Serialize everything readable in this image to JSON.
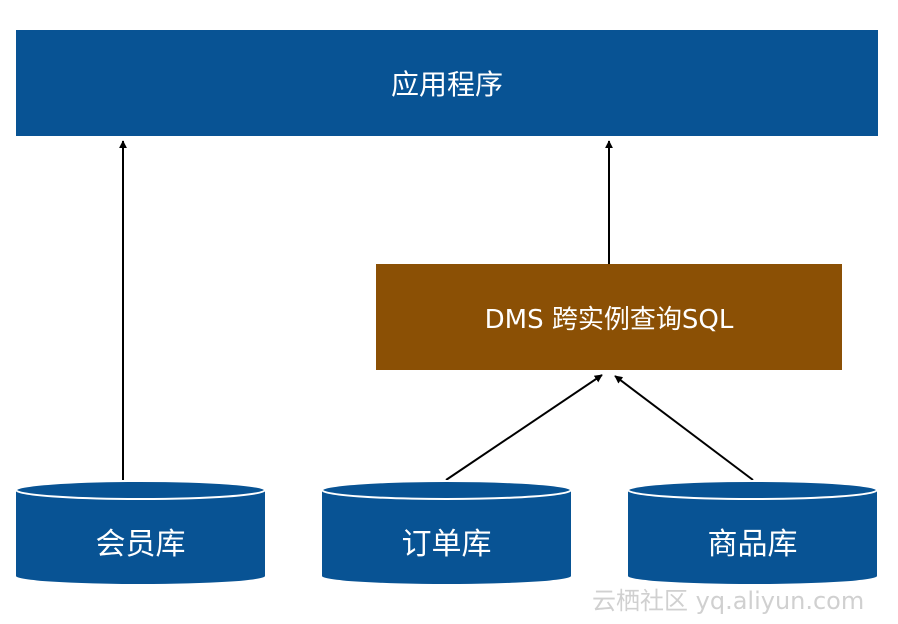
{
  "diagram": {
    "application": {
      "label": "应用程序"
    },
    "middleware": {
      "label": "DMS 跨实例查询SQL"
    },
    "databases": [
      {
        "label": "会员库"
      },
      {
        "label": "订单库"
      },
      {
        "label": "商品库"
      }
    ]
  },
  "colors": {
    "box_blue": "#085394",
    "box_brown": "#8b5005",
    "arrow": "#000000",
    "label_text": "#ffffff"
  },
  "watermark": "云栖社区 yq.aliyun.com"
}
